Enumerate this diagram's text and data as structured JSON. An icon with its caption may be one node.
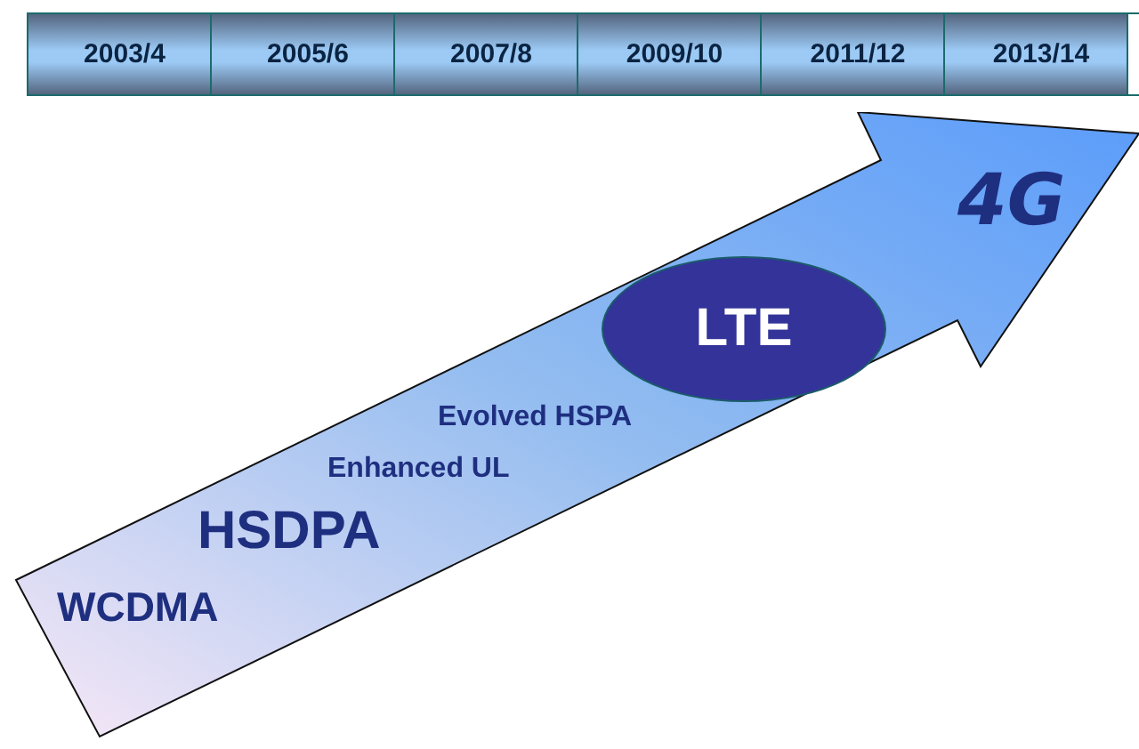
{
  "diagram": {
    "nodes": [
      {
        "text": [
          "WCDMA",
          "HSDPA",
          "Enhanced UL",
          "Evolved HSPA",
          "4G"
        ]
      },
      {
        "text": [
          "LTE"
        ],
        "in": 0
      }
    ],
    "labels": [
      "2003/4",
      "2005/6",
      "2007/8",
      "2009/10",
      "2011/12",
      "2013/14"
    ]
  }
}
